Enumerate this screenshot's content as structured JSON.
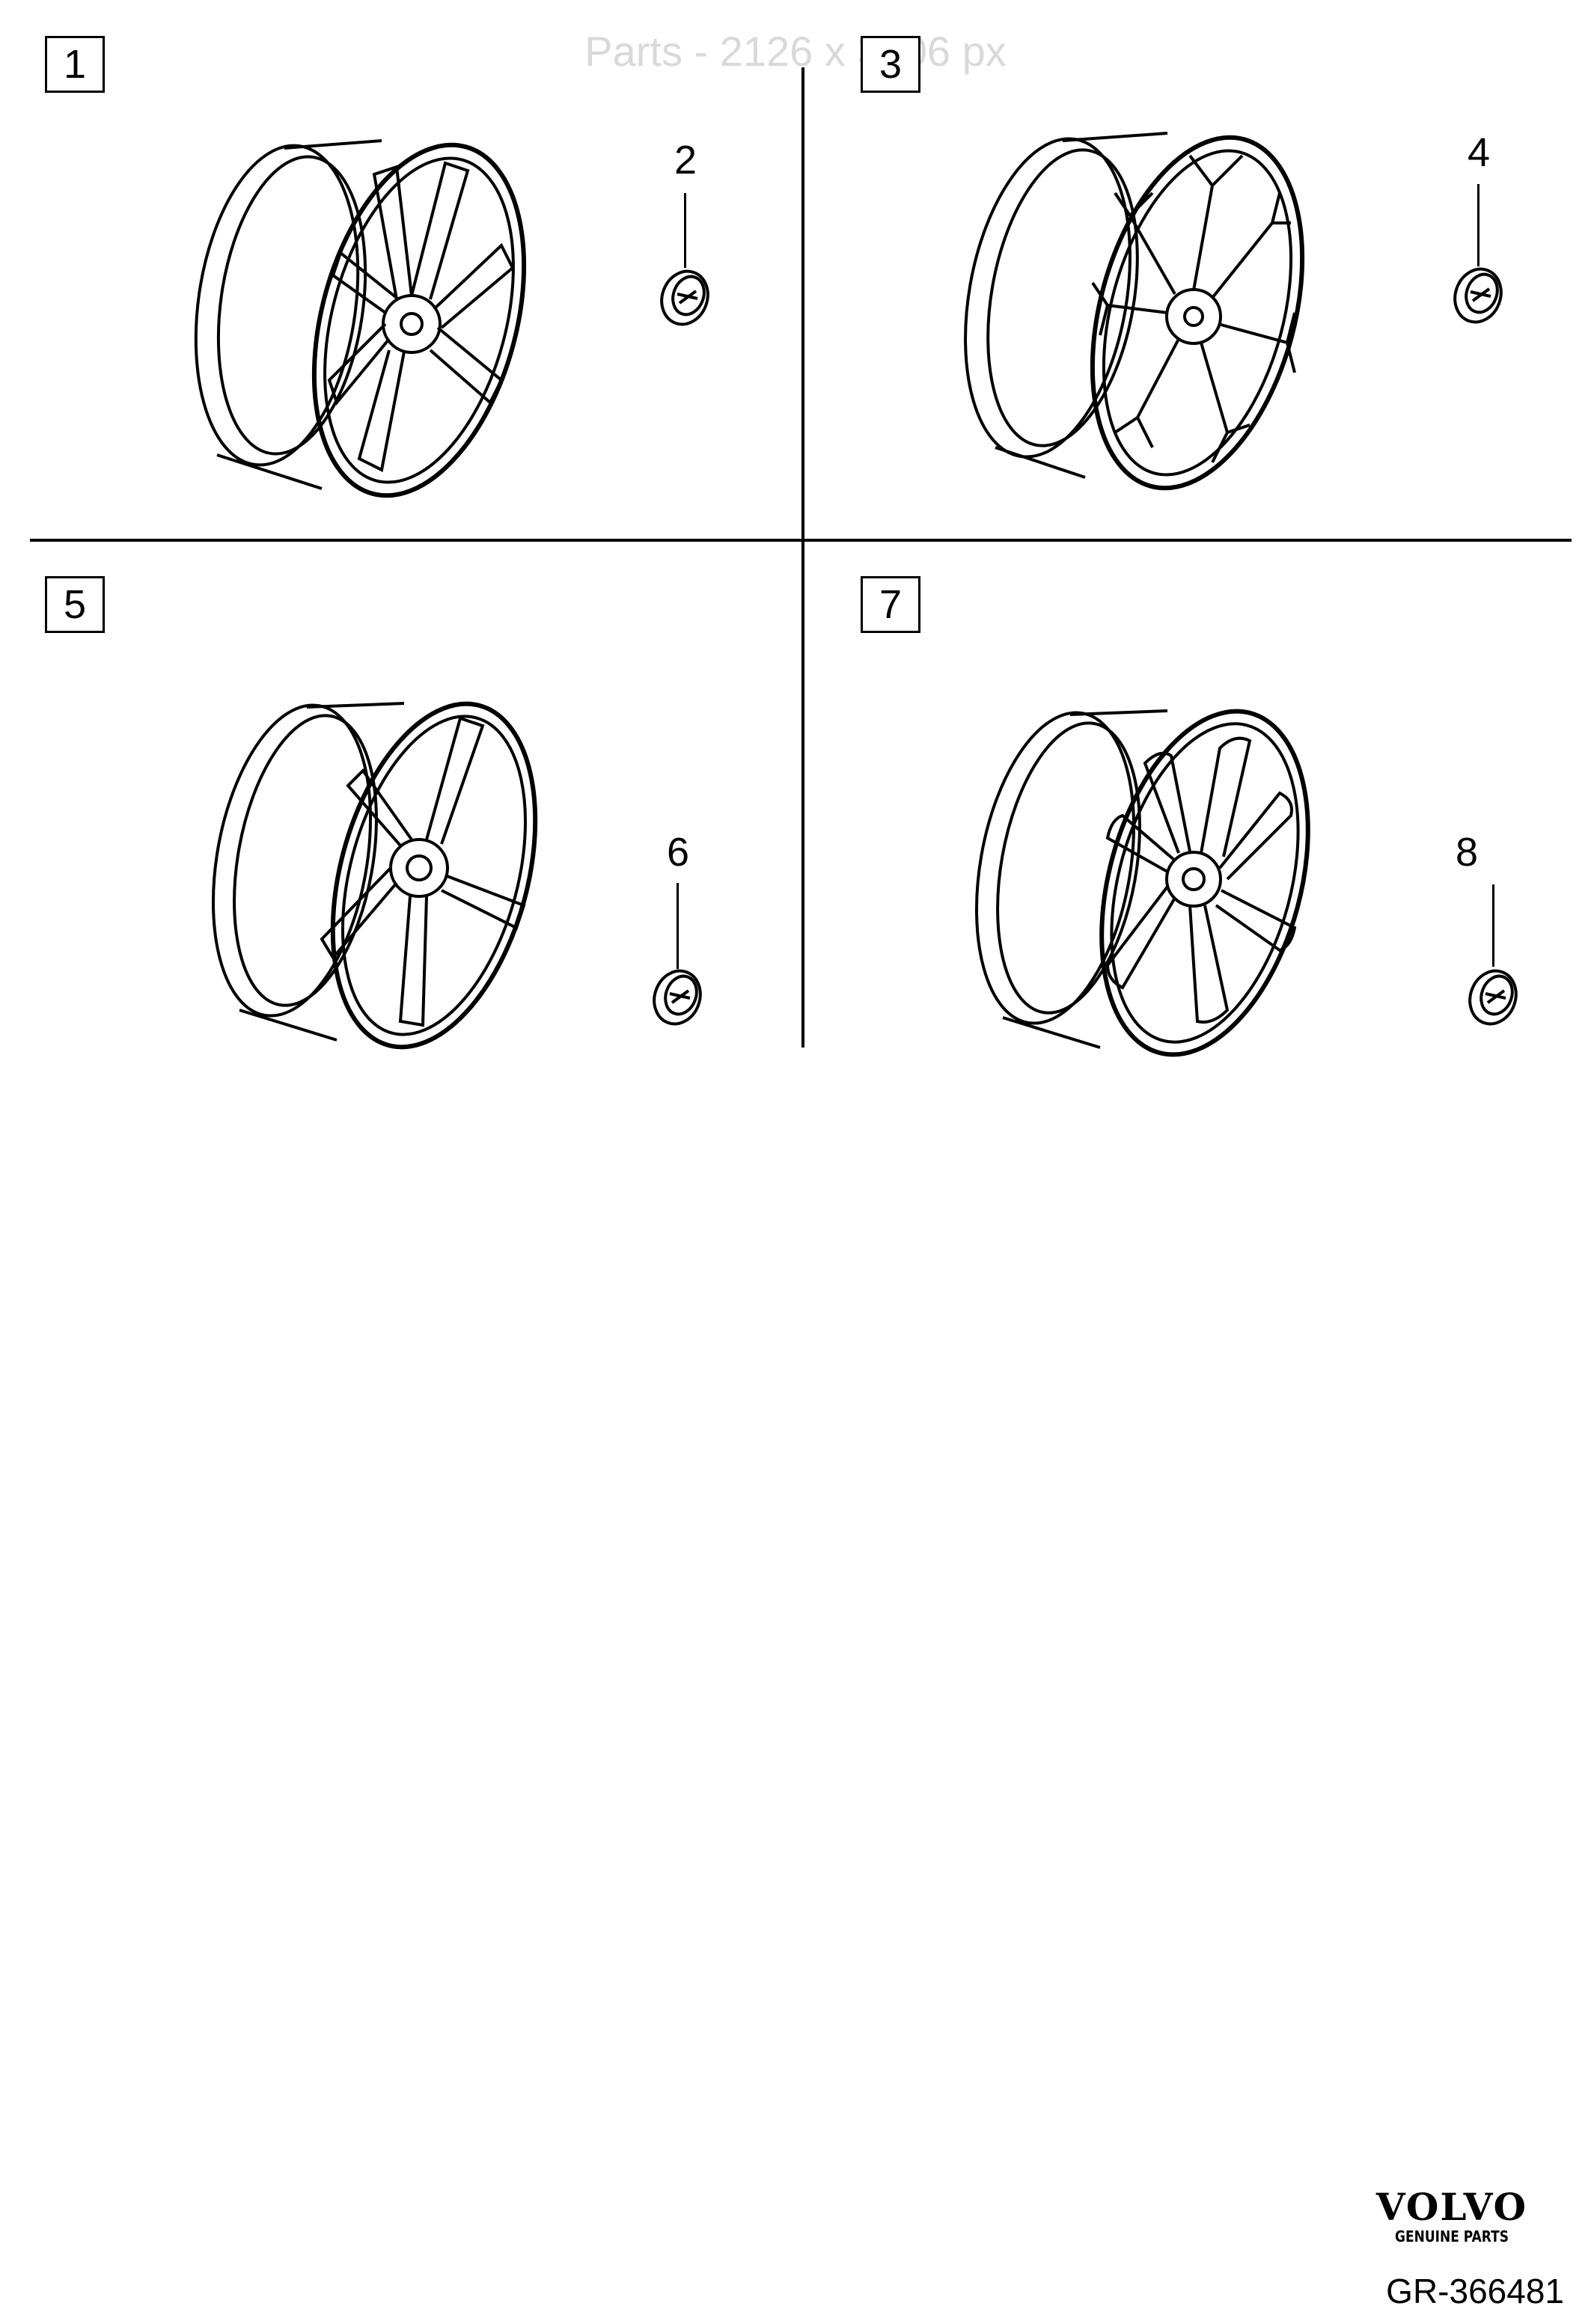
{
  "watermark": "Parts - 2126 x 3106 px",
  "panels": [
    {
      "wheel_label": "1",
      "cap_label": "2",
      "wheel_icon": "wheel-twin-spoke-icon",
      "cap_icon": "center-cap-icon"
    },
    {
      "wheel_label": "3",
      "cap_label": "4",
      "wheel_icon": "wheel-y-spoke-icon",
      "cap_icon": "center-cap-icon"
    },
    {
      "wheel_label": "5",
      "cap_label": "6",
      "wheel_icon": "wheel-five-spoke-icon",
      "cap_icon": "center-cap-icon"
    },
    {
      "wheel_label": "7",
      "cap_label": "8",
      "wheel_icon": "wheel-multi-spoke-icon",
      "cap_icon": "center-cap-icon"
    }
  ],
  "brand": {
    "logo": "VOLVO",
    "subtitle": "GENUINE PARTS"
  },
  "reference": "GR-366481"
}
